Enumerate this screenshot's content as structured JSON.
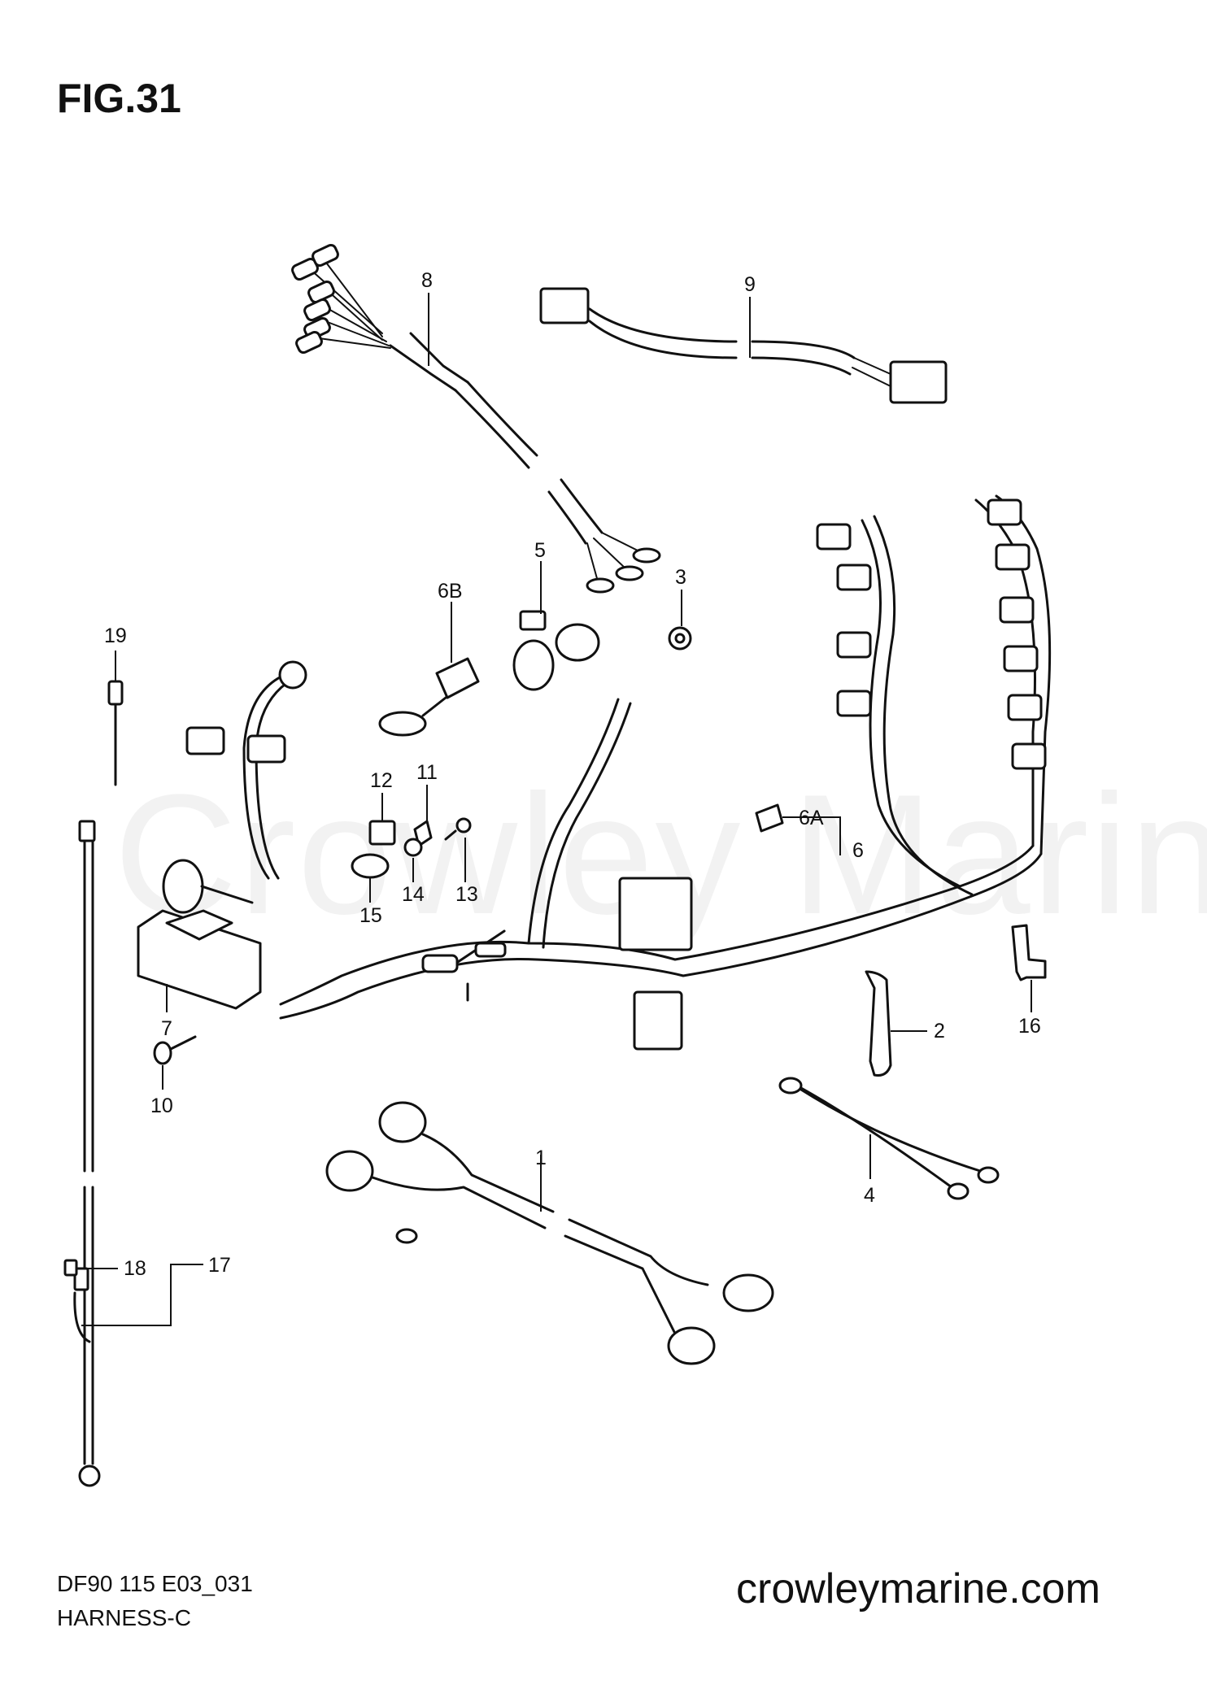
{
  "figure": {
    "title": "FIG.31"
  },
  "watermark": "Crowley Marine",
  "footer": {
    "code": "DF90 115 E03_031",
    "name": "HARNESS-C",
    "site": "crowleymarine.com"
  },
  "callouts": {
    "c1": "1",
    "c2": "2",
    "c3": "3",
    "c4": "4",
    "c5": "5",
    "c6": "6",
    "c6A": "6A",
    "c6B": "6B",
    "c7": "7",
    "c8": "8",
    "c9": "9",
    "c10": "10",
    "c11": "11",
    "c12": "12",
    "c13": "13",
    "c14": "14",
    "c15": "15",
    "c16": "16",
    "c17": "17",
    "c18": "18",
    "c19": "19"
  },
  "colors": {
    "line": "#111111",
    "background": "#ffffff",
    "watermark": "#0000000d"
  }
}
